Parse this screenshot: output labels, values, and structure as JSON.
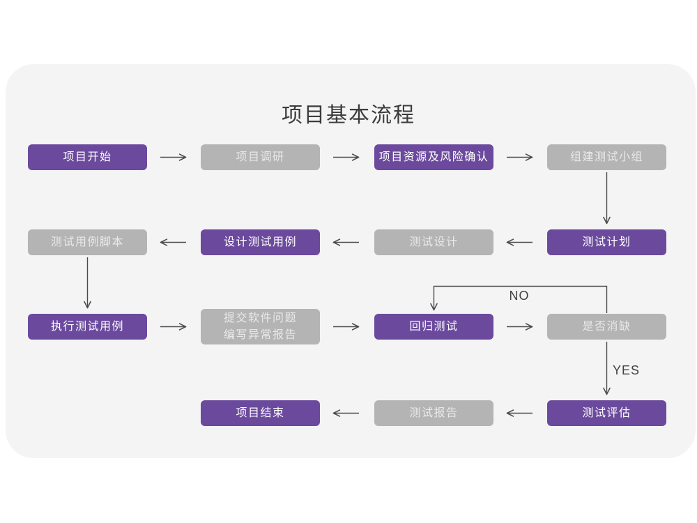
{
  "title": "项目基本流程",
  "edge_labels": {
    "no": "NO",
    "yes": "YES"
  },
  "colors": {
    "accent_purple": "#6b4a9d",
    "inactive_gray": "#b5b4b5",
    "card_background": "#f5f4f5",
    "page_background": "#ffffff",
    "arrow": "#4b4b4b",
    "title_text": "#3b3b3b",
    "text_on_purple": "#ffffff",
    "text_on_gray": "#e9e8ea"
  },
  "nodes": [
    {
      "label": "项目开始",
      "variant": "purple"
    },
    {
      "label": "项目调研",
      "variant": "gray"
    },
    {
      "label": "项目资源及风险确认",
      "variant": "purple"
    },
    {
      "label": "组建测试小组",
      "variant": "gray"
    },
    {
      "label": "测试计划",
      "variant": "purple"
    },
    {
      "label": "测试设计",
      "variant": "gray"
    },
    {
      "label": "设计测试用例",
      "variant": "purple"
    },
    {
      "label": "测试用例脚本",
      "variant": "gray"
    },
    {
      "label": "执行测试用例",
      "variant": "purple"
    },
    {
      "label": "提交软件问题\n编写异常报告",
      "variant": "gray"
    },
    {
      "label": "回归测试",
      "variant": "purple"
    },
    {
      "label": "是否消缺",
      "variant": "gray"
    },
    {
      "label": "测试评估",
      "variant": "purple"
    },
    {
      "label": "测试报告",
      "variant": "gray"
    },
    {
      "label": "项目结束",
      "variant": "purple"
    }
  ]
}
